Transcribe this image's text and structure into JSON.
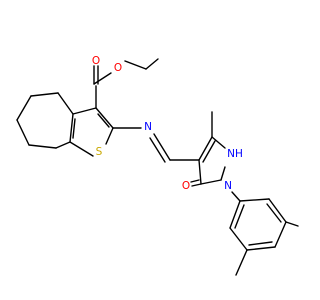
{
  "atoms": {
    "o_carbonyl": {
      "label": "O",
      "color": "#ff0000"
    },
    "o_ester": {
      "label": "O",
      "color": "#ff0000"
    },
    "s_thiophene": {
      "label": "S",
      "color": "#c8a800"
    },
    "n_imine": {
      "label": "N",
      "color": "#0000ff"
    },
    "nh_pyrazole": {
      "label": "NH",
      "color": "#0000ff"
    },
    "n_pyrazole": {
      "label": "N",
      "color": "#0000ff"
    },
    "o_pyrazolone": {
      "label": "O",
      "color": "#ff0000"
    }
  }
}
